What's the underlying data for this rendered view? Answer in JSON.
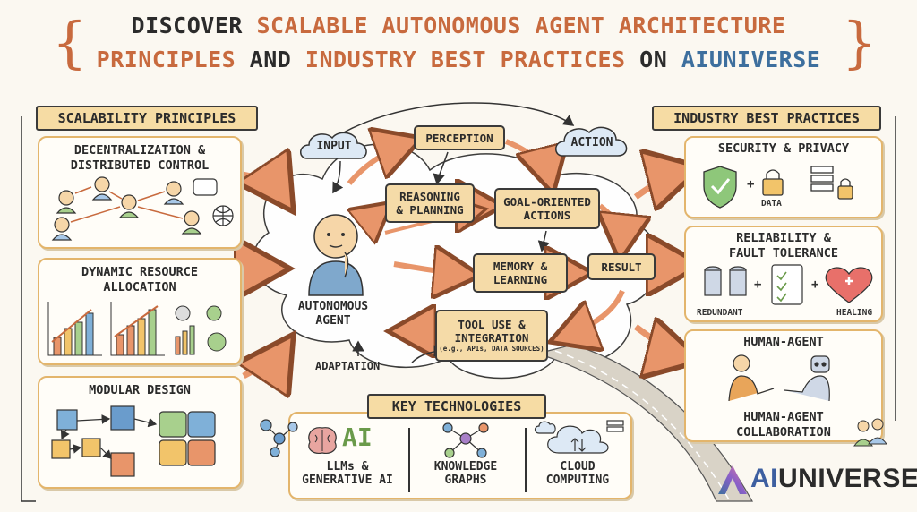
{
  "title": {
    "line1_a": "DISCOVER ",
    "line1_b": "SCALABLE AUTONOMOUS AGENT ARCHITECTURE",
    "line2_a": "PRINCIPLES",
    "line2_b": " AND ",
    "line2_c": "INDUSTRY BEST PRACTICES",
    "line2_d": " ON ",
    "line2_e": "AIUNIVERSE"
  },
  "scalability": {
    "heading": "SCALABILITY PRINCIPLES",
    "cards": [
      {
        "title": "DECENTRALIZATION &\nDISTRIBUTED CONTROL"
      },
      {
        "title": "DYNAMIC RESOURCE\nALLOCATION"
      },
      {
        "title": "MODULAR DESIGN"
      }
    ]
  },
  "center": {
    "input": "INPUT",
    "perception": "PERCEPTION",
    "action": "ACTION",
    "reasoning": "REASONING\n& PLANNING",
    "goal": "GOAL-ORIENTED\nACTIONS",
    "result": "RESULT",
    "memory": "MEMORY &\nLEARNING",
    "tool": "TOOL USE &\nINTEGRATION",
    "tool_sub": "(e.g., APIs, DATA SOURCES)",
    "agent": "AUTONOMOUS\nAGENT",
    "adaptation": "ADAPTATION"
  },
  "key_tech": {
    "heading": "KEY TECHNOLOGIES",
    "ai_glyph": "AI",
    "items": [
      {
        "label": "LLMs &\nGENERATIVE AI"
      },
      {
        "label": "KNOWLEDGE\nGRAPHS"
      },
      {
        "label": "CLOUD\nCOMPUTING"
      }
    ]
  },
  "best_practices": {
    "heading": "INDUSTRY BEST PRACTICES",
    "security": {
      "title": "SECURITY & PRIVACY",
      "data_label": "DATA"
    },
    "reliability": {
      "title": "RELIABILITY &\nFAULT TOLERANCE",
      "redundant_label": "REDUNDANT",
      "healing_label": "HEALING"
    },
    "human": {
      "title": "HUMAN-AGENT",
      "subtitle": "HUMAN-AGENT\nCOLLABORATION"
    }
  },
  "brand": {
    "name_a": "AI",
    "name_b": "UNIVERSE"
  },
  "colors": {
    "accent_orange": "#c86a3e",
    "accent_blue": "#3d6f9e",
    "box_fill": "#f5dba8",
    "arrow": "#e8956a"
  }
}
